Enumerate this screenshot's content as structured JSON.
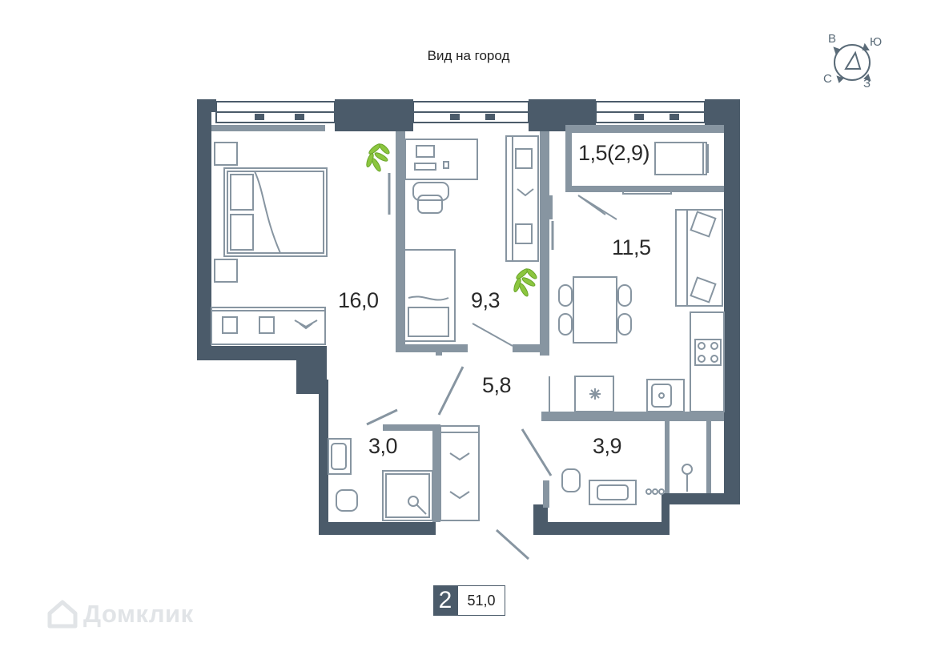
{
  "view_label": "Вид на город",
  "compass": {
    "north": "С",
    "east": "В",
    "south": "Ю",
    "west": "З"
  },
  "rooms": [
    {
      "id": "bedroom",
      "area": "16,0"
    },
    {
      "id": "study",
      "area": "9,3"
    },
    {
      "id": "balcony",
      "area": "1,5(2,9)"
    },
    {
      "id": "kitchen-living",
      "area": "11,5"
    },
    {
      "id": "hall",
      "area": "5,8"
    },
    {
      "id": "bathroom-small",
      "area": "3,0"
    },
    {
      "id": "bathroom-large",
      "area": "3,9"
    }
  ],
  "summary": {
    "room_count": "2",
    "total_area": "51,0"
  },
  "watermark": "Домклик",
  "colors": {
    "wall": "#4b5b6a",
    "furniture": "#8795a1",
    "plant": "#8cc63f",
    "watermark": "#e1e4e7"
  }
}
